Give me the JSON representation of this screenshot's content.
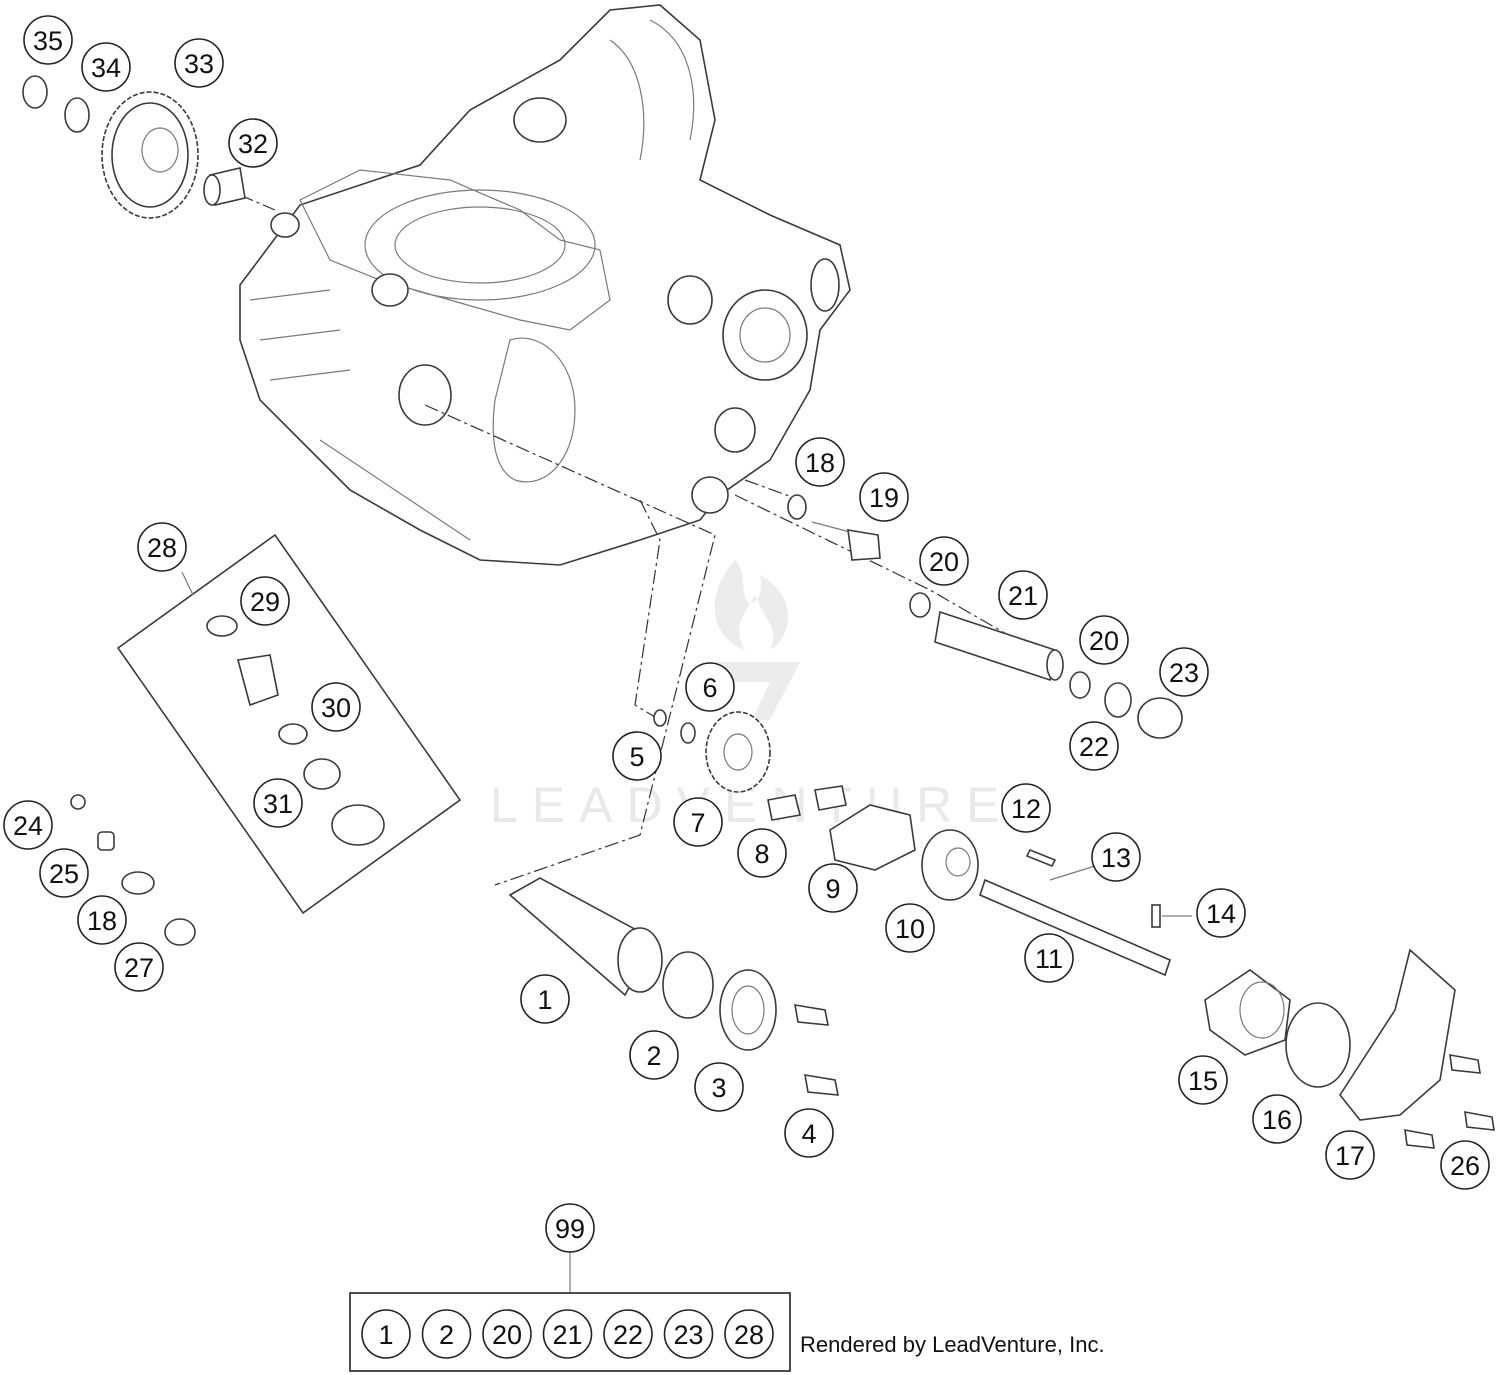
{
  "callouts": [
    {
      "id": "c35",
      "label": "35"
    },
    {
      "id": "c34",
      "label": "34"
    },
    {
      "id": "c33",
      "label": "33"
    },
    {
      "id": "c32",
      "label": "32"
    },
    {
      "id": "c28",
      "label": "28"
    },
    {
      "id": "c29",
      "label": "29"
    },
    {
      "id": "c30",
      "label": "30"
    },
    {
      "id": "c31",
      "label": "31"
    },
    {
      "id": "c24",
      "label": "24"
    },
    {
      "id": "c25",
      "label": "25"
    },
    {
      "id": "c18b",
      "label": "18"
    },
    {
      "id": "c27",
      "label": "27"
    },
    {
      "id": "c18a",
      "label": "18"
    },
    {
      "id": "c19",
      "label": "19"
    },
    {
      "id": "c20a",
      "label": "20"
    },
    {
      "id": "c21",
      "label": "21"
    },
    {
      "id": "c20b",
      "label": "20"
    },
    {
      "id": "c23",
      "label": "23"
    },
    {
      "id": "c22",
      "label": "22"
    },
    {
      "id": "c6",
      "label": "6"
    },
    {
      "id": "c5",
      "label": "5"
    },
    {
      "id": "c7",
      "label": "7"
    },
    {
      "id": "c8",
      "label": "8"
    },
    {
      "id": "c9",
      "label": "9"
    },
    {
      "id": "c10",
      "label": "10"
    },
    {
      "id": "c11",
      "label": "11"
    },
    {
      "id": "c12",
      "label": "12"
    },
    {
      "id": "c13",
      "label": "13"
    },
    {
      "id": "c14",
      "label": "14"
    },
    {
      "id": "c1",
      "label": "1"
    },
    {
      "id": "c2",
      "label": "2"
    },
    {
      "id": "c3",
      "label": "3"
    },
    {
      "id": "c4",
      "label": "4"
    },
    {
      "id": "c15",
      "label": "15"
    },
    {
      "id": "c16",
      "label": "16"
    },
    {
      "id": "c17",
      "label": "17"
    },
    {
      "id": "c26",
      "label": "26"
    },
    {
      "id": "c99",
      "label": "99"
    }
  ],
  "kit": {
    "label": "99",
    "items": [
      "1",
      "2",
      "20",
      "21",
      "22",
      "23",
      "28"
    ]
  },
  "watermark": "LEADVENTURE",
  "credit": "Rendered by LeadVenture, Inc."
}
